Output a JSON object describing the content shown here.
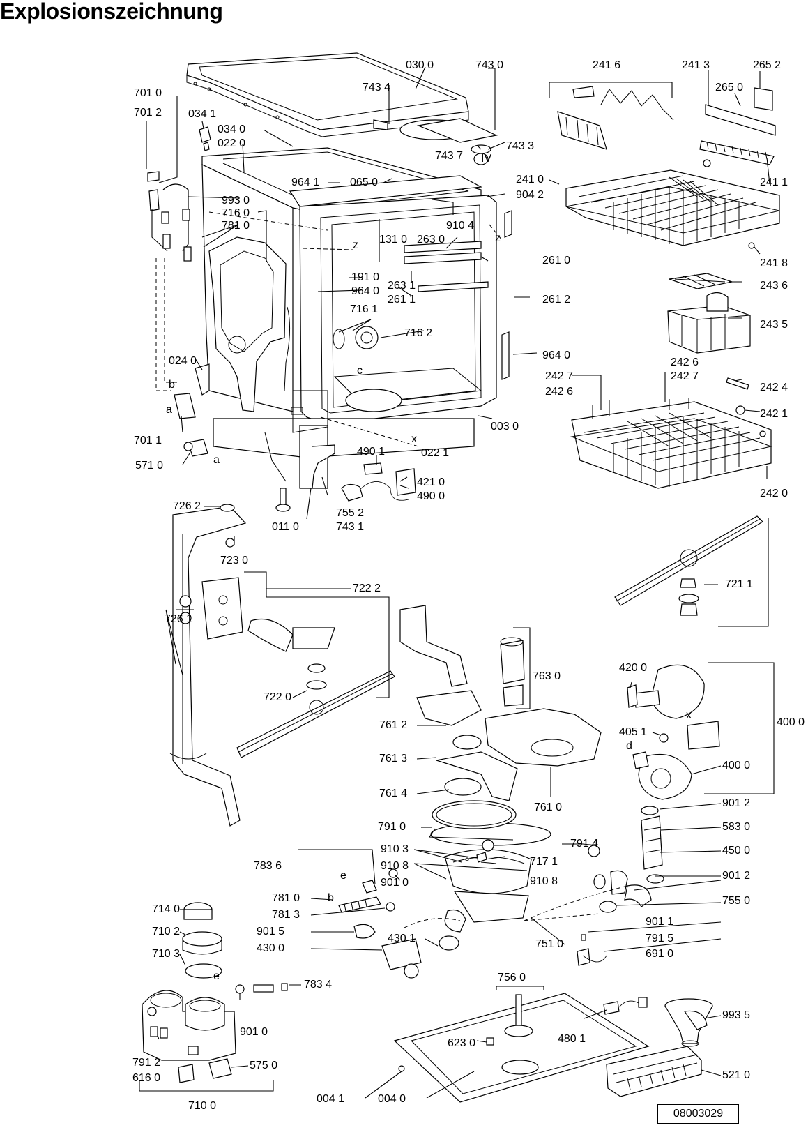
{
  "title": "Explosionszeichnung",
  "drawing_number": "08003029",
  "part_labels": [
    "030 0",
    "743 0",
    "743 4",
    "743 7",
    "743 3",
    "701 0",
    "701 2",
    "034 1",
    "034 0",
    "022 0",
    "964 1",
    "065 0",
    "904 2",
    "993 0",
    "716 0",
    "781 0",
    "910 4",
    "131 0",
    "263 0",
    "261 0",
    "191 0",
    "964 0",
    "263 1",
    "261 1",
    "261 2",
    "716 1",
    "716 2",
    "964 0",
    "024 0",
    "003 0",
    "701 1",
    "571 0",
    "490 1",
    "421 0",
    "022 1",
    "490 0",
    "755 2",
    "743 1",
    "011 0",
    "241 6",
    "241 3",
    "265 2",
    "265 0",
    "241 0",
    "241 1",
    "241 8",
    "243 6",
    "243 5",
    "242 6",
    "242 7",
    "242 7",
    "242 6",
    "242 4",
    "242 1",
    "242 0",
    "726 2",
    "723 0",
    "722 2",
    "726 1",
    "722 0",
    "721 1",
    "763 0",
    "761 2",
    "761 3",
    "761 4",
    "761 0",
    "420 0",
    "400 0",
    "405 1",
    "400 0",
    "901 2",
    "583 0",
    "450 0",
    "901 2",
    "755 0",
    "901 1",
    "791 5",
    "691 0",
    "791 0",
    "791 4",
    "910 3",
    "717 1",
    "910 8",
    "910 8",
    "901 0",
    "783 6",
    "781 0",
    "781 3",
    "901 5",
    "430 0",
    "430 1",
    "751 0",
    "714 0",
    "710 2",
    "710 3",
    "783 4",
    "901 0",
    "791 2",
    "575 0",
    "616 0",
    "710 0",
    "756 0",
    "480 1",
    "623 0",
    "993 5",
    "521 0",
    "004 1",
    "004 0"
  ],
  "callout_letters": [
    "z",
    "z",
    "c",
    "x",
    "a",
    "a",
    "b",
    "b",
    "d",
    "x",
    "e",
    "e",
    "IV"
  ]
}
